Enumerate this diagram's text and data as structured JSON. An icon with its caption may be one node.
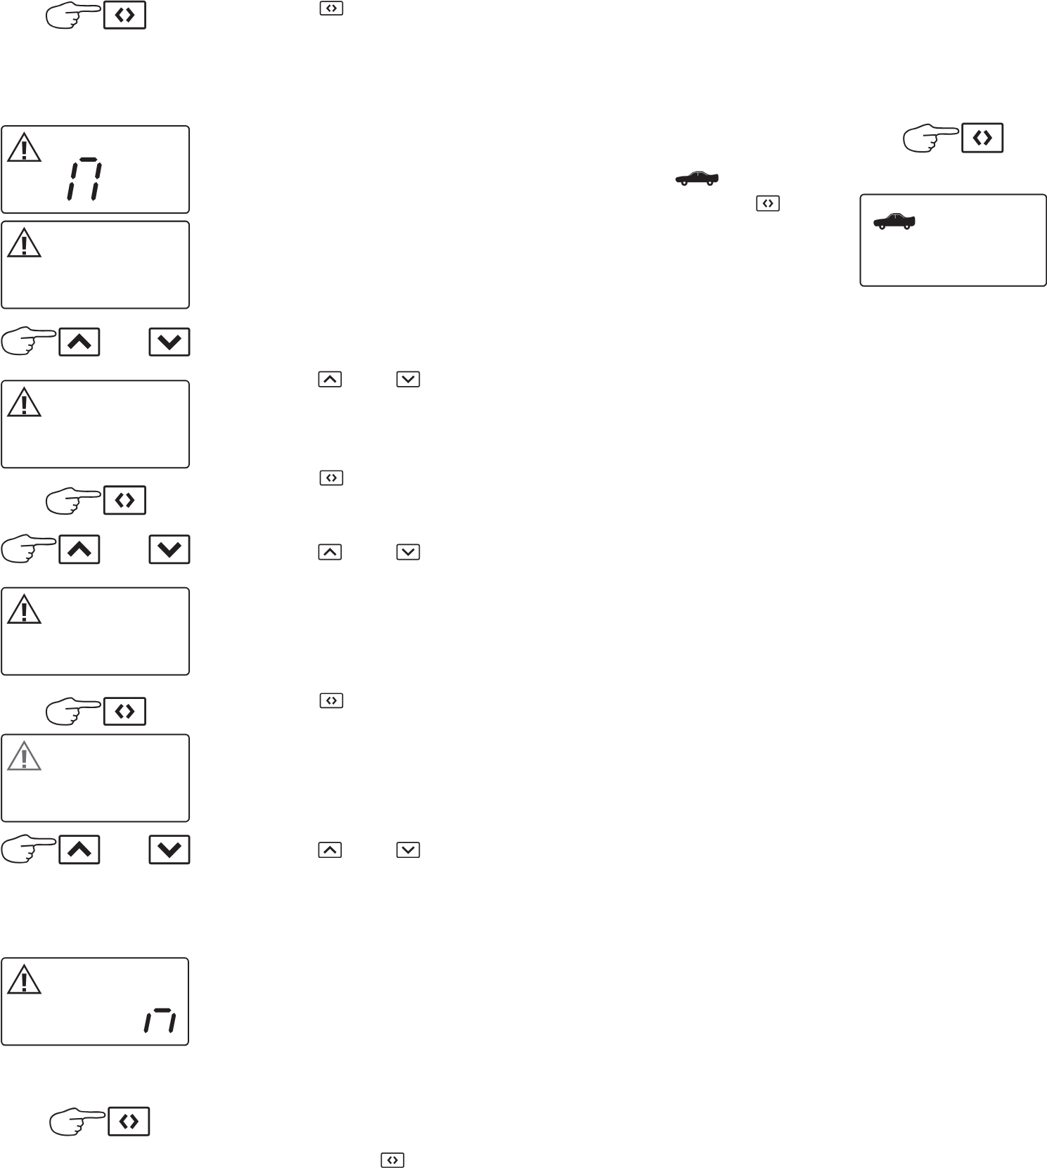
{
  "diagram": {
    "nodes": [
      {
        "text": [],
        "shape": "box"
      },
      {
        "text": [],
        "shape": "box"
      },
      {
        "text": [],
        "shape": "box"
      },
      {
        "text": [],
        "shape": "box"
      },
      {
        "text": [],
        "shape": "box"
      },
      {
        "text": [],
        "shape": "box"
      },
      {
        "text": [],
        "shape": "box"
      }
    ]
  }
}
